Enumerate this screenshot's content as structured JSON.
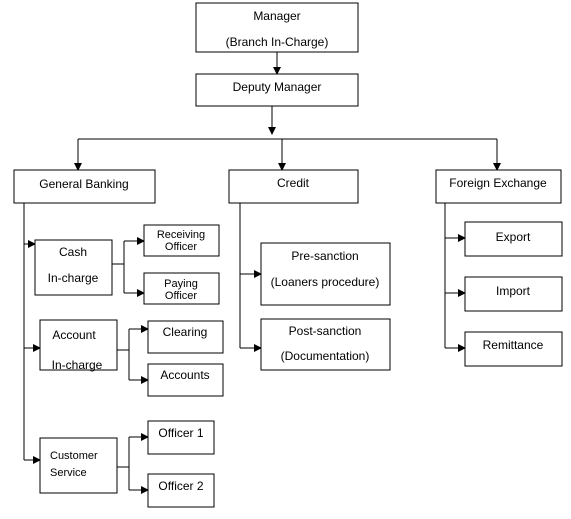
{
  "org_chart": {
    "manager": {
      "line1": "Manager",
      "line2": "(Branch In-Charge)"
    },
    "deputy_manager": {
      "label": "Deputy Manager"
    },
    "departments": {
      "general_banking": {
        "label": "General Banking",
        "cash_incharge": {
          "line1": "Cash",
          "line2": "In-charge",
          "receiving_officer": {
            "line1": "Receiving",
            "line2": "Officer"
          },
          "paying_officer": {
            "line1": "Paying",
            "line2": "Officer"
          }
        },
        "account_incharge": {
          "line1": "Account",
          "line2": "In-charge",
          "clearing": {
            "label": "Clearing"
          },
          "accounts": {
            "label": "Accounts"
          }
        },
        "customer_service": {
          "line1": "Customer",
          "line2": "Service",
          "officer_1": {
            "label": "Officer 1"
          },
          "officer_2": {
            "label": "Officer 2"
          }
        }
      },
      "credit": {
        "label": "Credit",
        "pre_sanction": {
          "line1": "Pre-sanction",
          "line2": "(Loaners procedure)"
        },
        "post_sanction": {
          "line1": "Post-sanction",
          "line2": "(Documentation)"
        }
      },
      "foreign_exchange": {
        "label": "Foreign Exchange",
        "export": {
          "label": "Export"
        },
        "import": {
          "label": "Import"
        },
        "remittance": {
          "label": "Remittance"
        }
      }
    }
  }
}
